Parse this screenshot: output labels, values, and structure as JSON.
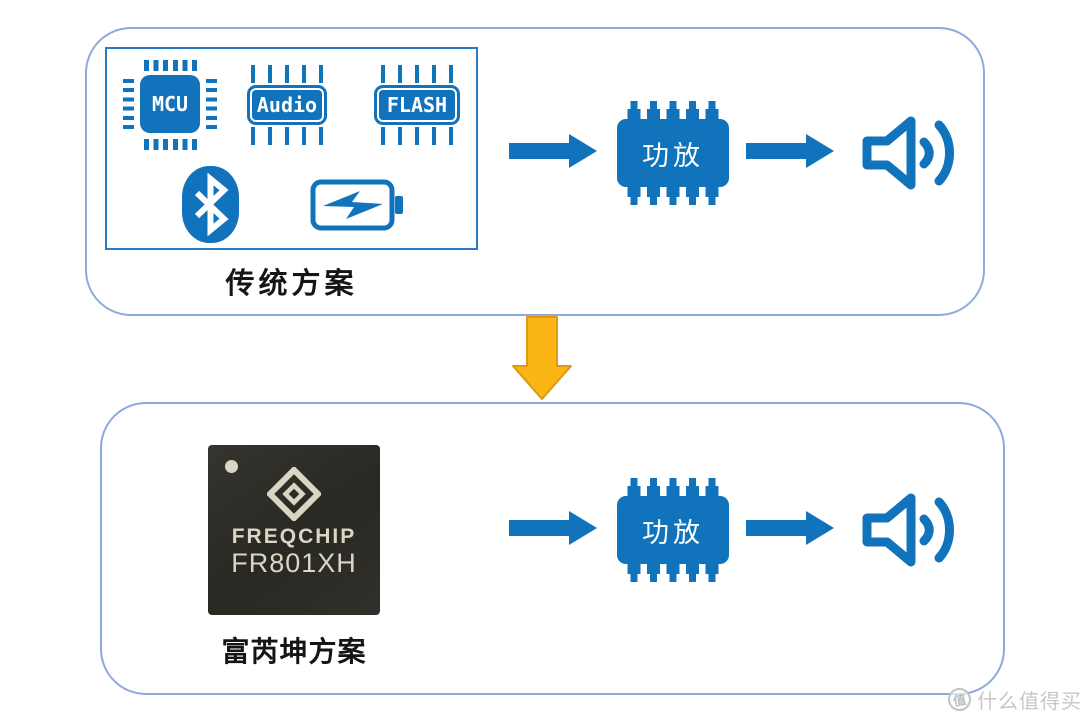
{
  "colors": {
    "blue": "#1273BD",
    "panel_border": "#8EA9DE",
    "inner_box_border": "#2B7CC4",
    "down_arrow_fill": "#FBB515",
    "down_arrow_border": "#DE9A10",
    "chip_package_bg": "#2E2D29",
    "chip_package_text": "#D9D6C3",
    "watermark_gray": "#C7C7C7"
  },
  "icons": {
    "bluetooth": "bluetooth-icon",
    "battery": "battery-charging-icon",
    "speaker": "speaker-sound-icon",
    "flow_arrow": "arrow-right-icon",
    "transition_arrow": "arrow-down-icon",
    "mcu_chip": "mcu-chip-icon",
    "audio_chip": "audio-chip-icon",
    "flash_chip": "flash-chip-icon",
    "amp_chip": "amplifier-chip-icon",
    "freqchip_logo": "freqchip-logo-icon"
  },
  "traditional": {
    "label": "传统方案",
    "mcu_label": "MCU",
    "audio_label": "Audio",
    "flash_label": "FLASH"
  },
  "amp": {
    "label": "功放"
  },
  "freqchip": {
    "label": "富芮坤方案",
    "brand": "FREQCHIP",
    "model": "FR801XH"
  },
  "watermark": {
    "logo_char": "值",
    "text": "什么值得买"
  }
}
